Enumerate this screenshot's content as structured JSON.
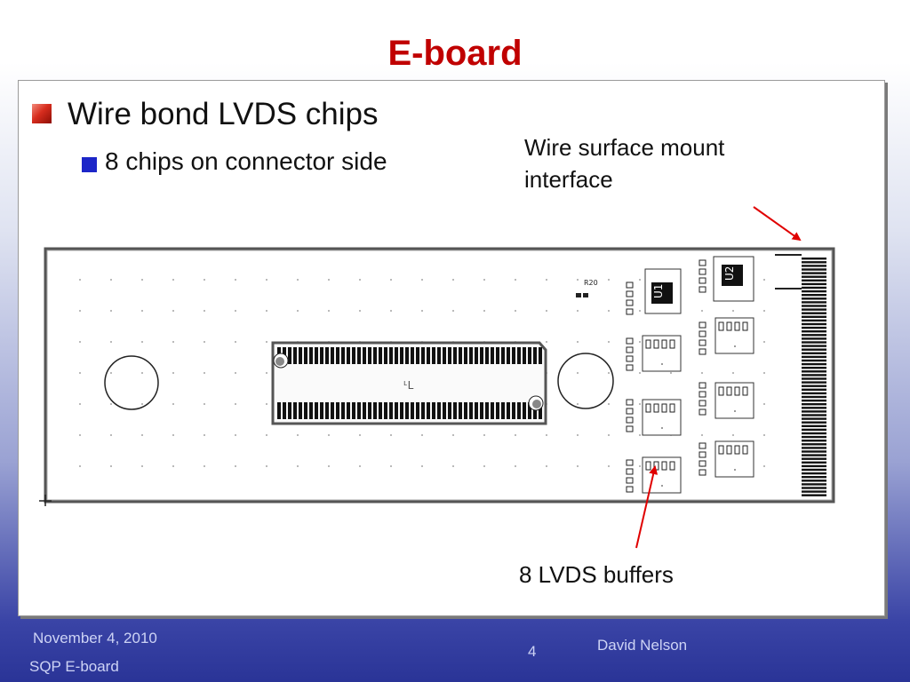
{
  "slide": {
    "title": "E-board",
    "bullet_level1": "Wire bond LVDS chips",
    "bullet_level2": "8 chips on connector side",
    "callout_top": "Wire surface mount interface",
    "callout_bottom": "8 LVDS buffers"
  },
  "pcb": {
    "connector_label": "ᒻL",
    "chip_u1_label": "U1",
    "chip_u2_label": "U2",
    "small_part_label": "R20"
  },
  "footer": {
    "date": "November 4, 2010",
    "project": "SQP E-board",
    "page": "4",
    "author": "David Nelson"
  },
  "colors": {
    "title": "#c00000",
    "arrow": "#e00000",
    "bullet2": "#1c26c8",
    "footer_text": "#cdd3f5"
  }
}
